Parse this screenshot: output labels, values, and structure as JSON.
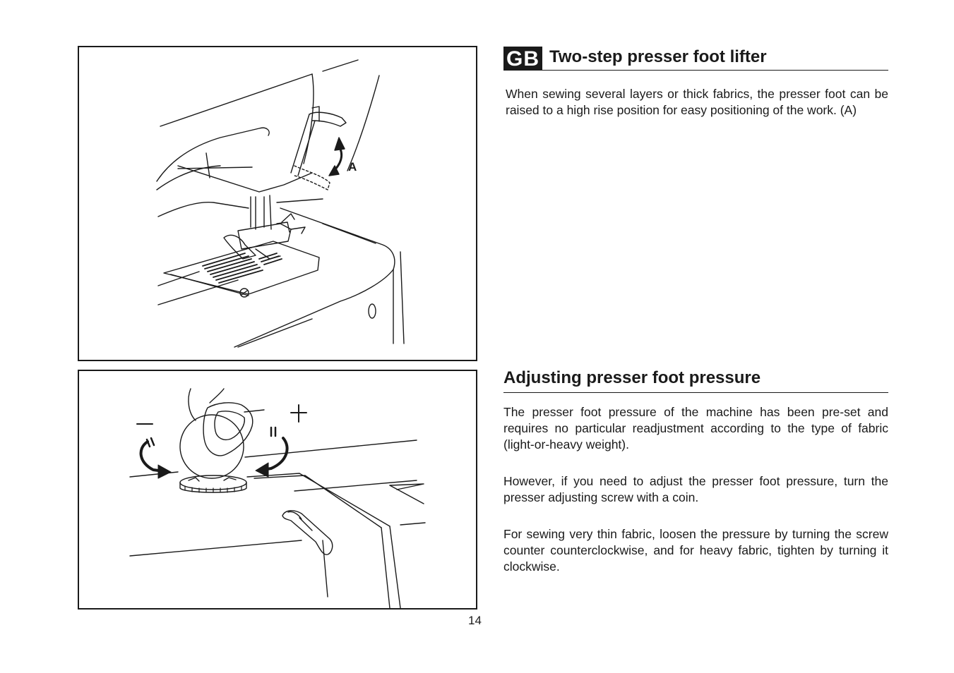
{
  "language_badge": "GB",
  "figure_top": {
    "callout_label": "A"
  },
  "figure_bottom": {
    "minus_label": "—",
    "plus_label": "+"
  },
  "section_lifter": {
    "heading": "Two-step presser foot lifter",
    "paragraphs": [
      "When sewing several layers or thick fabrics, the presser foot can be raised  to a high rise position for easy positioning of the work. (A)"
    ]
  },
  "section_pressure": {
    "heading": "Adjusting presser foot pressure",
    "paragraphs": [
      "The presser foot pressure of the machine has been pre-set and requires no particular readjustment according to the type of fabric (light-or-heavy weight).",
      "However, if you need to adjust the presser foot pressure, turn the presser adjusting screw with a coin.",
      "For sewing very thin fabric, loosen the pressure by turning the screw counter counterclockwise, and for heavy fabric, tighten by turning it clockwise."
    ]
  },
  "page_number": "14"
}
